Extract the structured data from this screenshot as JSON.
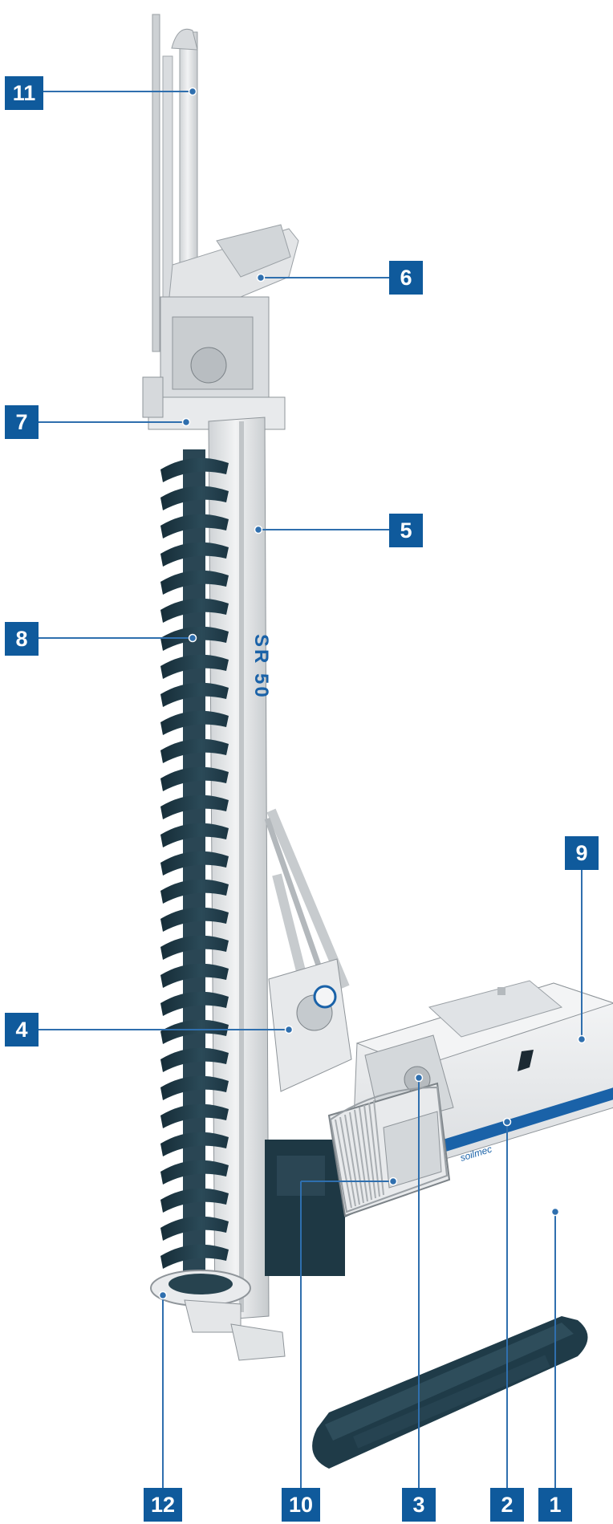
{
  "callouts": [
    {
      "id": "1",
      "label": "1"
    },
    {
      "id": "2",
      "label": "2"
    },
    {
      "id": "3",
      "label": "3"
    },
    {
      "id": "4",
      "label": "4"
    },
    {
      "id": "5",
      "label": "5"
    },
    {
      "id": "6",
      "label": "6"
    },
    {
      "id": "7",
      "label": "7"
    },
    {
      "id": "8",
      "label": "8"
    },
    {
      "id": "9",
      "label": "9"
    },
    {
      "id": "10",
      "label": "10"
    },
    {
      "id": "11",
      "label": "11"
    },
    {
      "id": "12",
      "label": "12"
    }
  ],
  "machine": {
    "mast_marking": "SR 50",
    "cab_model": "SR-50",
    "brand": "soilmec"
  },
  "colors": {
    "tag_blue": "#0f5a9c",
    "leader_blue": "#2f6fae",
    "auger_dark": "#1f3a48",
    "track_dark": "#1e3844",
    "body_light": "#e4e6e8",
    "stripe_blue": "#1a62a8"
  }
}
